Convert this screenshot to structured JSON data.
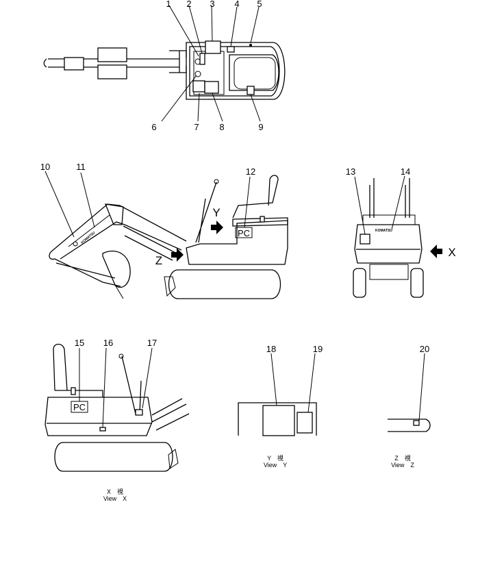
{
  "callouts": [
    "1",
    "2",
    "3",
    "4",
    "5",
    "6",
    "7",
    "8",
    "9",
    "10",
    "11",
    "12",
    "13",
    "14",
    "15",
    "16",
    "17",
    "18",
    "19",
    "20"
  ],
  "view_markers": {
    "y": "Y",
    "z": "Z",
    "x": "X"
  },
  "decal_text": {
    "pc": "PC",
    "brand": "KOMATSU"
  },
  "captions": {
    "view_x_jp": "X　視",
    "view_x_en": "View　X",
    "view_y_jp": "Y　視",
    "view_y_en": "View　Y",
    "view_z_jp": "Z　視",
    "view_z_en": "View　Z"
  },
  "icons": {
    "arrow": "filled-arrow-icon"
  }
}
